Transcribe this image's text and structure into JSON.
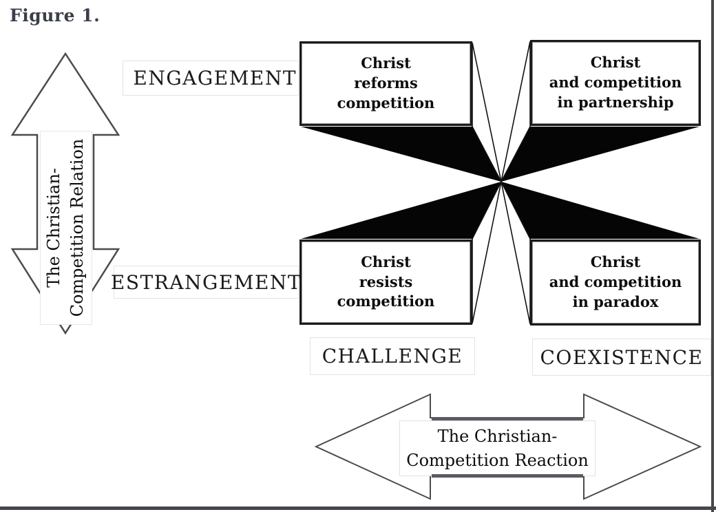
{
  "figure_label": "Figure 1.",
  "vertical_axis": {
    "title_lines": [
      "The Christian-",
      "Competition Relation"
    ]
  },
  "horizontal_axis": {
    "title_lines": [
      "The Christian-",
      "Competition Reaction"
    ]
  },
  "row_labels": {
    "top": "ENGAGEMENT",
    "bottom": "ESTRANGEMENT"
  },
  "column_labels": {
    "left": "CHALLENGE",
    "right": "COEXISTENCE"
  },
  "quadrants": {
    "top_left": {
      "lines": [
        "Christ",
        "reforms",
        "competition"
      ]
    },
    "top_right": {
      "lines": [
        "Christ",
        "and competition",
        "in partnership"
      ]
    },
    "bottom_left": {
      "lines": [
        "Christ",
        "resists",
        "competition"
      ]
    },
    "bottom_right": {
      "lines": [
        "Christ",
        "and competition",
        "in paradox"
      ]
    }
  },
  "colors": {
    "triangle_fill": "#050505",
    "frame": "#46474c",
    "box_border": "#1b1b1b",
    "figure_label_text": "#3a3f47"
  }
}
